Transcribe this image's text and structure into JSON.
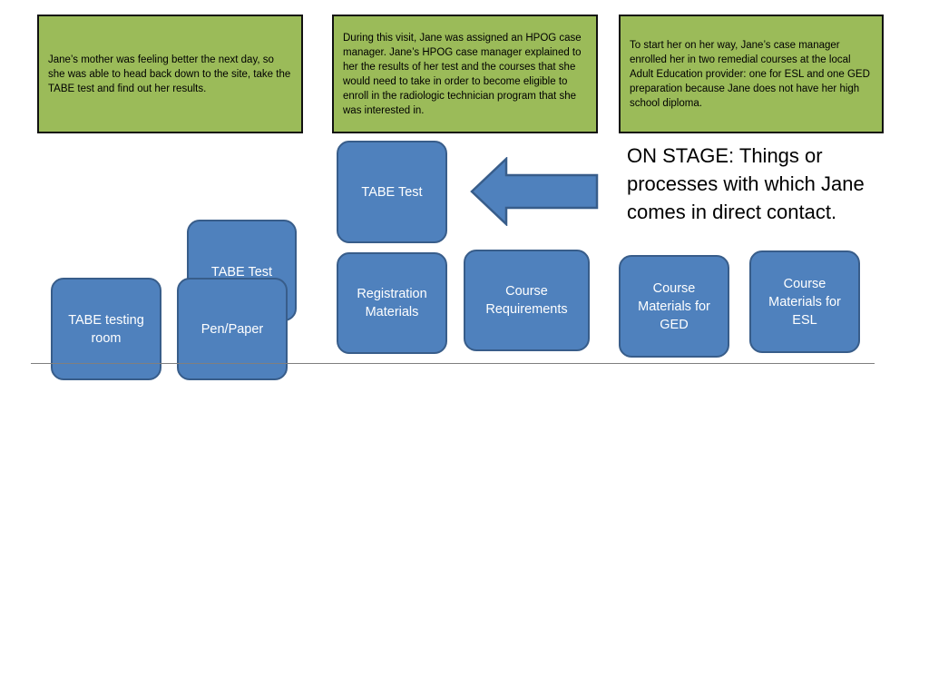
{
  "notes": {
    "note1": "Jane’s mother was feeling better the next day, so she was able to head back down to the site, take the TABE test and find out her results.",
    "note2": "During this visit, Jane was assigned an HPOG case manager.   Jane’s HPOG case manager explained to her the results of her test and the courses that she would need to take in order to become eligible to enroll in the radiologic technician program that she was interested in.",
    "note3": "To start her on her way, Jane’s case manager enrolled her in two remedial courses at the local Adult Education provider: one for ESL and one GED preparation because Jane does not have her high school diploma."
  },
  "stage_label": "ON STAGE: Things or processes with which Jane comes in direct contact.",
  "cards": {
    "tabe_test_back": "TABE Test",
    "tabe_testing_room": "TABE testing room",
    "pen_paper": "Pen/Paper",
    "tabe_test_top": "TABE Test",
    "registration_materials": "Registration Materials",
    "course_requirements": "Course Requirements",
    "course_materials_ged": "Course Materials for GED",
    "course_materials_esl": "Course Materials for ESL"
  },
  "colors": {
    "note_fill": "#9bbb59",
    "card_fill": "#4f81bd",
    "card_border": "#385d8a"
  }
}
